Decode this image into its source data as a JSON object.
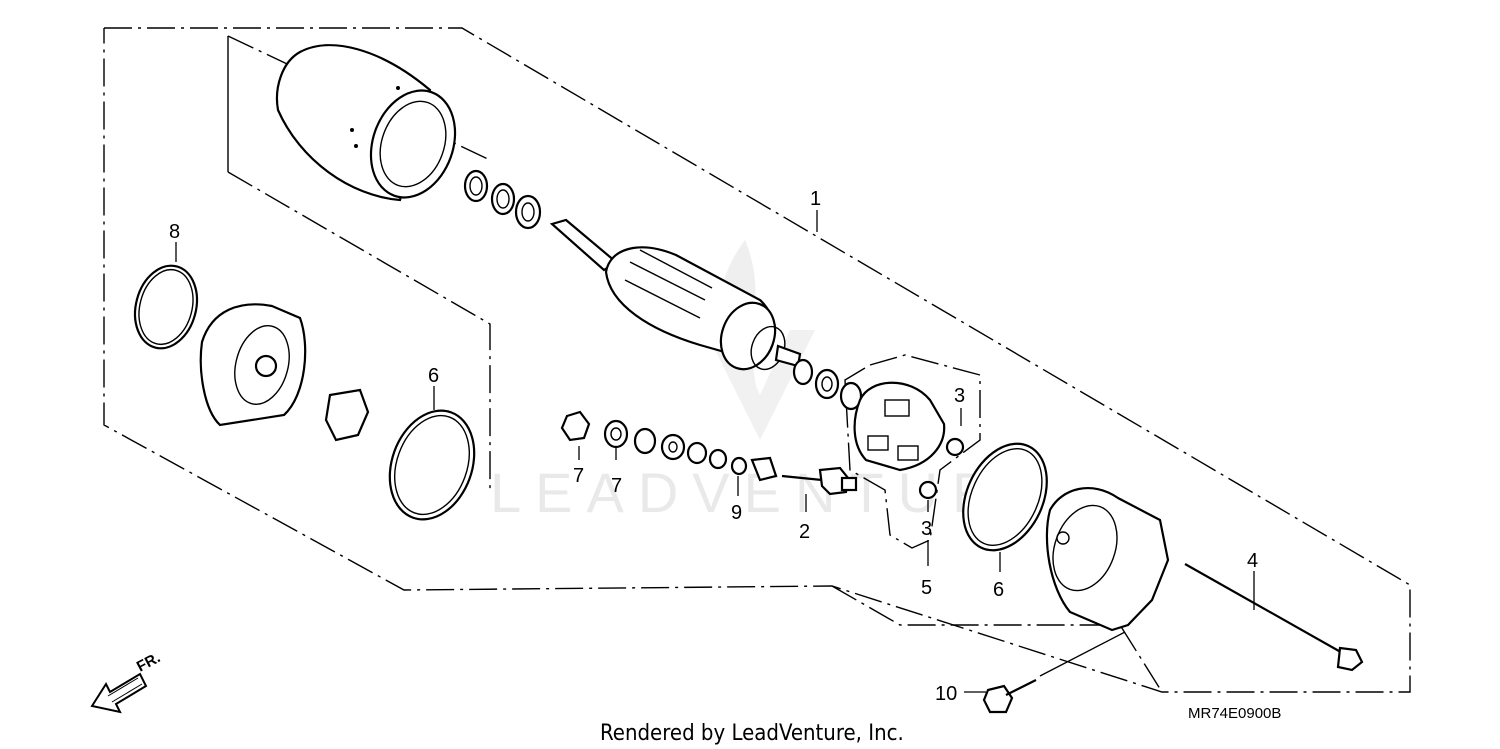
{
  "diagram": {
    "callouts": [
      "1",
      "2",
      "3",
      "3",
      "4",
      "5",
      "6",
      "6",
      "7",
      "7",
      "8",
      "9",
      "10"
    ],
    "code": "MR74E0900B",
    "direction_label": "FR.",
    "credit": "Rendered by LeadVenture, Inc.",
    "watermark": "LEADVENTURE"
  }
}
